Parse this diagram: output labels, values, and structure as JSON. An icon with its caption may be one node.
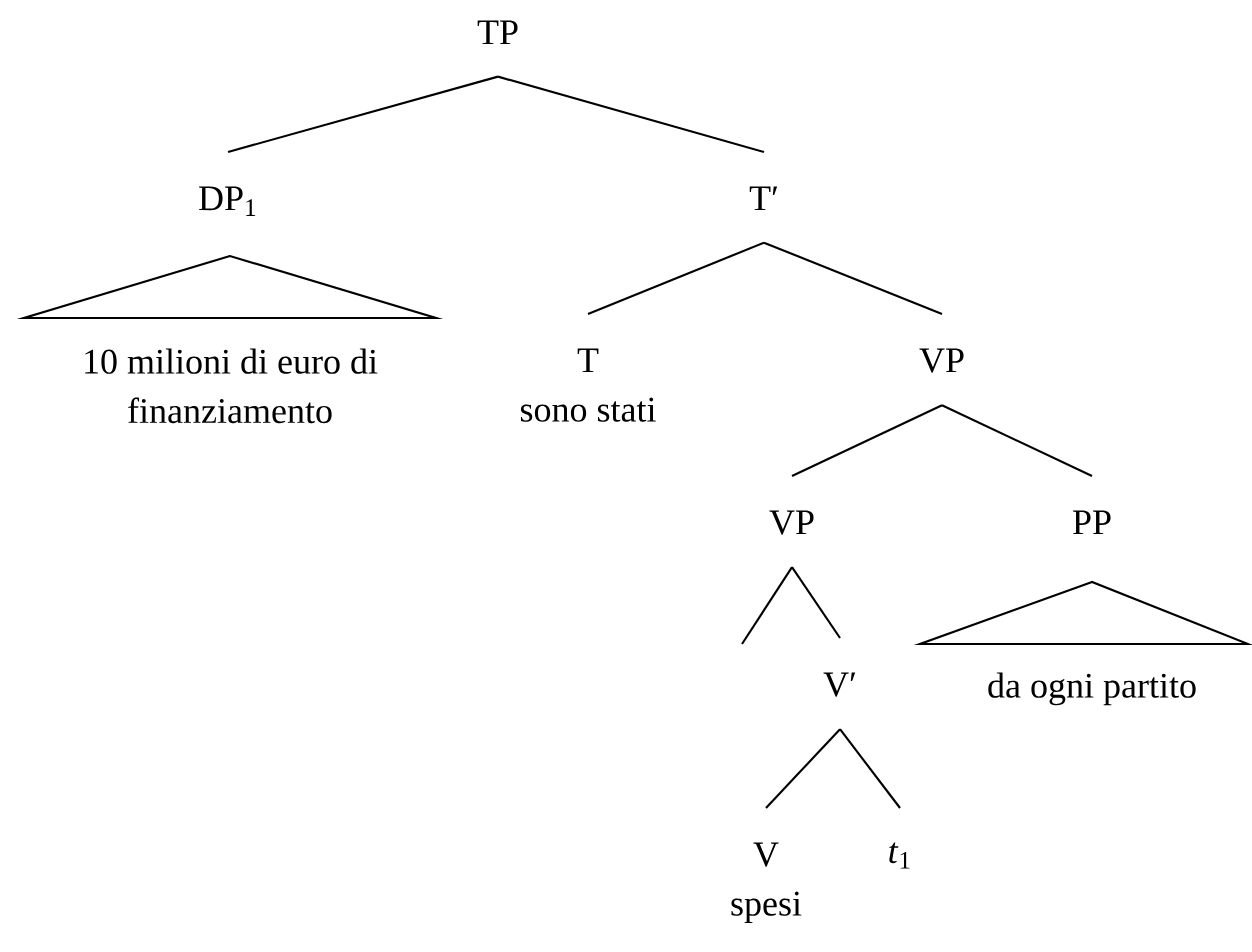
{
  "diagram": {
    "nodes": [
      {
        "text": [
          "TP"
        ]
      },
      {
        "text": [
          "DP$_{1}$"
        ]
      },
      {
        "text": [
          "T′"
        ]
      },
      {
        "text": [],
        "shape": "triangle"
      },
      {
        "text": [
          "10 milioni di euro di finanziamento"
        ]
      },
      {
        "text": [
          "T",
          "sono stati"
        ]
      },
      {
        "text": [
          "VP"
        ]
      },
      {
        "text": [
          "VP"
        ]
      },
      {
        "text": [
          "PP"
        ]
      },
      {
        "text": [],
        "shape": "triangle"
      },
      {
        "text": [
          "da ogni partito"
        ]
      },
      {
        "text": [
          "V′"
        ]
      },
      {
        "text": [
          "V",
          "spesi"
        ]
      },
      {
        "text": [
          "*t*$_{1}$"
        ]
      }
    ],
    "edges": [
      {
        "from": 0,
        "to": 1,
        "arrow": "none"
      },
      {
        "from": 0,
        "to": 2,
        "arrow": "none"
      },
      {
        "from": 2,
        "to": 5,
        "arrow": "none"
      },
      {
        "from": 2,
        "to": 6,
        "arrow": "none"
      },
      {
        "from": 6,
        "to": 7,
        "arrow": "none"
      },
      {
        "from": 6,
        "to": 8,
        "arrow": "none"
      },
      {
        "from": 7,
        "to": null,
        "arrow": "none"
      },
      {
        "from": 7,
        "to": 11,
        "arrow": "none"
      },
      {
        "from": 11,
        "to": 12,
        "arrow": "none"
      },
      {
        "from": 11,
        "to": 13,
        "arrow": "none"
      }
    ]
  }
}
